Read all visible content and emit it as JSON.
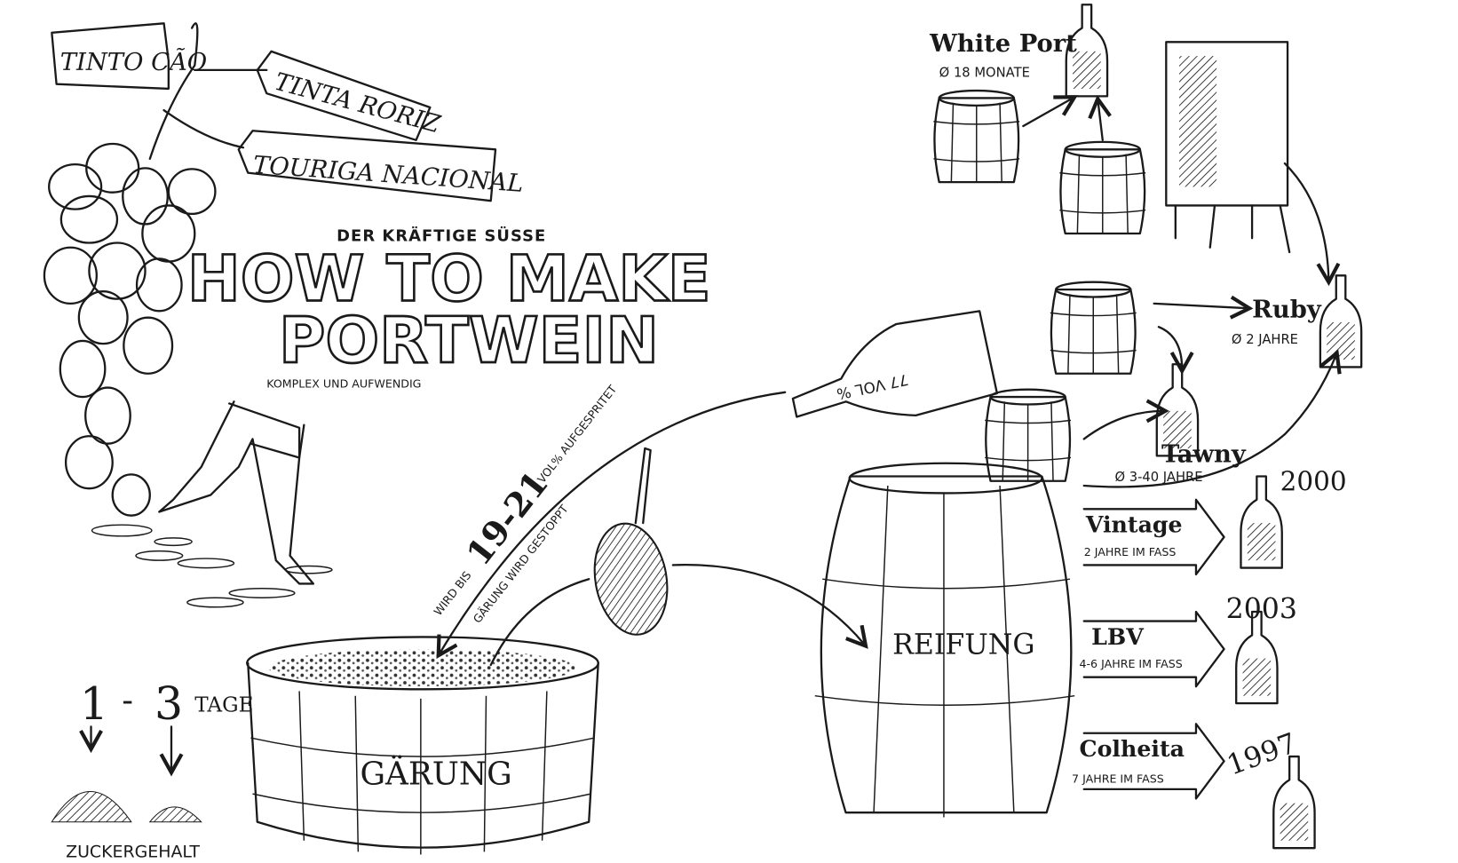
{
  "grapes": {
    "labels": [
      "TINTO CÃO",
      "TINTA RORIZ",
      "TOURIGA NACIONAL"
    ]
  },
  "heading": {
    "kicker": "DER KRÄFTIGE SÜSSE",
    "line1": "HOW TO MAKE",
    "line2": "PORTWEIN",
    "subtitle": "KOMPLEX UND AUFWENDIG"
  },
  "fermentation": {
    "duration_from": "1",
    "dash": "-",
    "duration_to": "3",
    "duration_unit": "TAGE",
    "sugar_label": "ZUCKERGEHALT",
    "vat_label": "GÄRUNG",
    "fortify_note_prefix": "WIRD BIS",
    "fortify_value": "19-21",
    "fortify_note_suffix": "VOL% AUFGESPRITET",
    "stop_note": "GÄRUNG WIRD GESTOPPT",
    "spirit_bottle_label": "77 VOL %"
  },
  "maturation": {
    "barrel_label": "REIFUNG"
  },
  "styles": [
    {
      "name": "White Port",
      "detail": "Ø 18 MONATE"
    },
    {
      "name": "Ruby",
      "detail": "Ø 2 JAHRE"
    },
    {
      "name": "Tawny",
      "detail": "Ø 3-40 JAHRE"
    },
    {
      "name": "Vintage",
      "detail": "2 JAHRE IM FASS",
      "year": "2000"
    },
    {
      "name": "LBV",
      "detail": "4-6 JAHRE IM FASS",
      "year": "2003"
    },
    {
      "name": "Colheita",
      "detail": "7 JAHRE IM FASS",
      "year": "1997"
    }
  ]
}
